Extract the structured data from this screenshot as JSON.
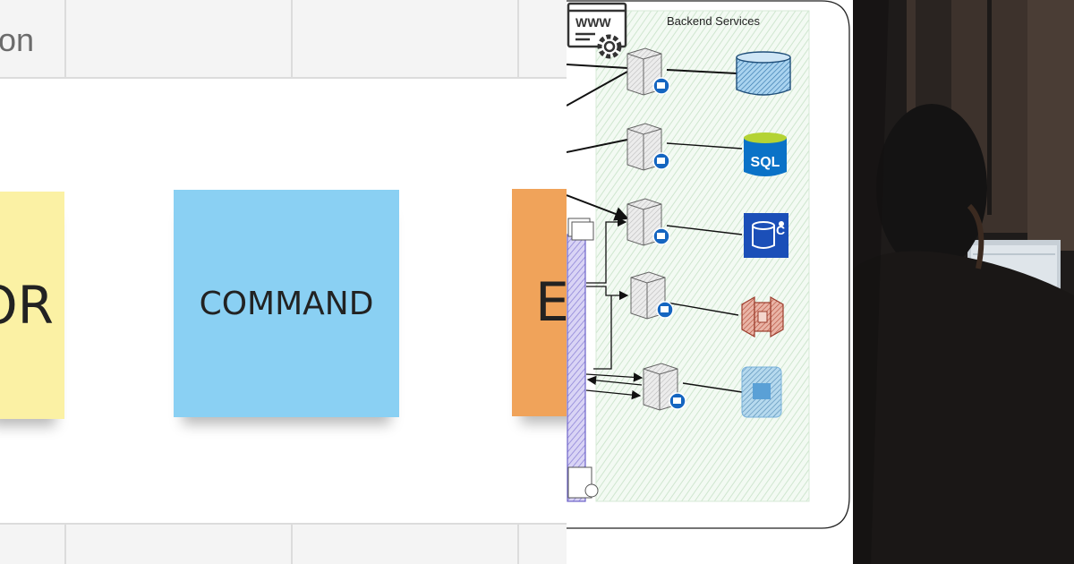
{
  "board": {
    "column_header_fragment": "on",
    "stickies": [
      {
        "label": "OR",
        "color": "#fbf1a4"
      },
      {
        "label": "COMMAND",
        "color": "#8ad0f3"
      },
      {
        "label": "E",
        "color": "#f0a35a"
      }
    ]
  },
  "diagram": {
    "group_title": "Backend Services",
    "services": [
      {
        "icon": "server-icon",
        "target_icon": "database-cylinder-icon"
      },
      {
        "icon": "server-icon",
        "target_icon": "sql-database-icon",
        "target_label": "SQL"
      },
      {
        "icon": "server-icon",
        "target_icon": "cosmos-db-icon"
      },
      {
        "icon": "server-icon",
        "target_icon": "s3-bucket-icon"
      },
      {
        "icon": "server-icon",
        "target_icon": "blob-storage-icon"
      }
    ],
    "web_icon_label": "WWW",
    "colors": {
      "group_fill": "#e6f3e6",
      "accent_blue": "#1565c0",
      "sql_blue": "#0a72c7",
      "s3_red": "#c75b4a"
    }
  },
  "photo": {
    "description_icon": "person-at-computer-photo"
  }
}
